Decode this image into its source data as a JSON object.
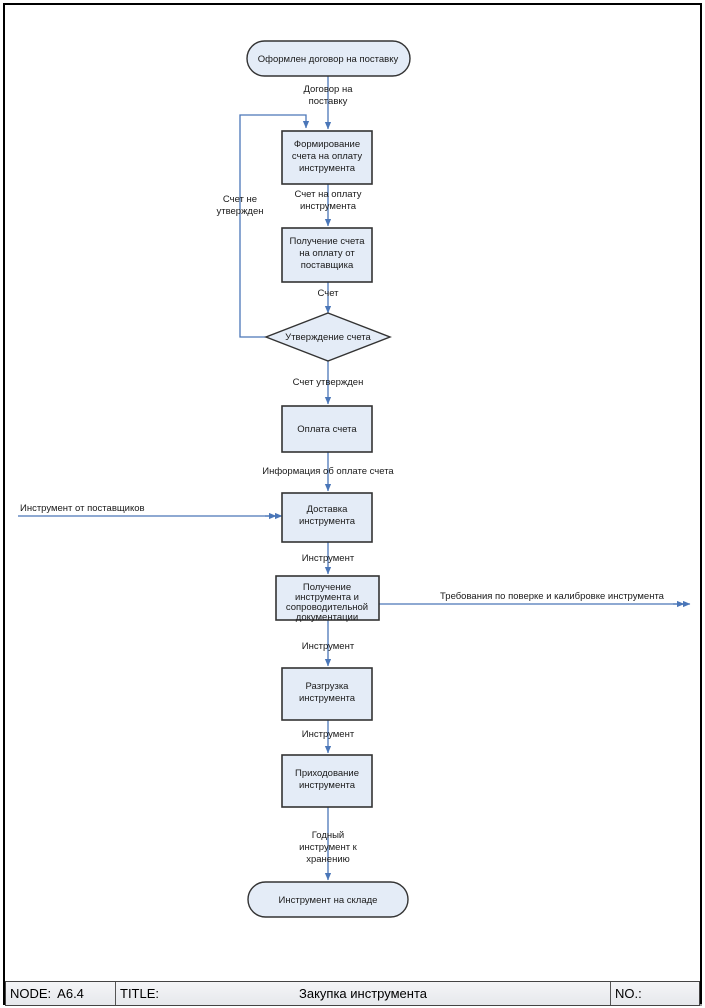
{
  "diagram": {
    "type": "flowchart",
    "title": "Закупка инструмента",
    "nodes": [
      {
        "id": "start",
        "shape": "rounded",
        "label": "Оформлен договор на поставку"
      },
      {
        "id": "form",
        "shape": "rect",
        "label_lines": [
          "Формирование",
          "счета на оплату",
          "инструмента"
        ]
      },
      {
        "id": "receive",
        "shape": "rect",
        "label_lines": [
          "Получение счета",
          "на оплату от",
          "поставщика"
        ]
      },
      {
        "id": "approve",
        "shape": "diamond",
        "label": "Утверждение счета"
      },
      {
        "id": "pay",
        "shape": "rect",
        "label_lines": [
          "Оплата счета"
        ]
      },
      {
        "id": "delivery",
        "shape": "rect",
        "label_lines": [
          "Доставка",
          "инструмента"
        ]
      },
      {
        "id": "intake",
        "shape": "rect",
        "label_lines": [
          "Получение",
          "инструмента и",
          "сопроводительной",
          "документации"
        ]
      },
      {
        "id": "unload",
        "shape": "rect",
        "label_lines": [
          "Разгрузка",
          "инструмента"
        ]
      },
      {
        "id": "post",
        "shape": "rect",
        "label_lines": [
          "Приходование",
          "инструмента"
        ]
      },
      {
        "id": "end",
        "shape": "rounded",
        "label": "Инструмент на складе"
      }
    ],
    "edge_labels": [
      {
        "id": "e1",
        "lines": [
          "Договор на",
          "поставку"
        ]
      },
      {
        "id": "e2",
        "lines": [
          "Счет на оплату",
          "инструмента"
        ]
      },
      {
        "id": "e3",
        "lines": [
          "Счет"
        ]
      },
      {
        "id": "e4",
        "lines": [
          "Счет не",
          "утвержден"
        ]
      },
      {
        "id": "e5",
        "lines": [
          "Счет утвержден"
        ]
      },
      {
        "id": "e6",
        "lines": [
          "Информация об оплате счета"
        ]
      },
      {
        "id": "e7",
        "lines": [
          "Инструмент от поставщиков"
        ]
      },
      {
        "id": "e8",
        "lines": [
          "Инструмент"
        ]
      },
      {
        "id": "e9",
        "lines": [
          "Требования по поверке и калибровке инструмента"
        ]
      },
      {
        "id": "e10",
        "lines": [
          "Инструмент"
        ]
      },
      {
        "id": "e11",
        "lines": [
          "Инструмент"
        ]
      },
      {
        "id": "e12",
        "lines": [
          "Годный",
          "инструмент к",
          "хранению"
        ]
      }
    ],
    "colors": {
      "node_fill": "#e4ecf7",
      "node_stroke": "#333333",
      "connector": "#4a76b8",
      "text": "#1a1a1a",
      "frame": "#000000"
    }
  },
  "footer": {
    "node_label": "NODE:",
    "node_value": "A6.4",
    "title_label": "TITLE:",
    "title_value": "Закупка инструмента",
    "no_label": "NO.:"
  }
}
